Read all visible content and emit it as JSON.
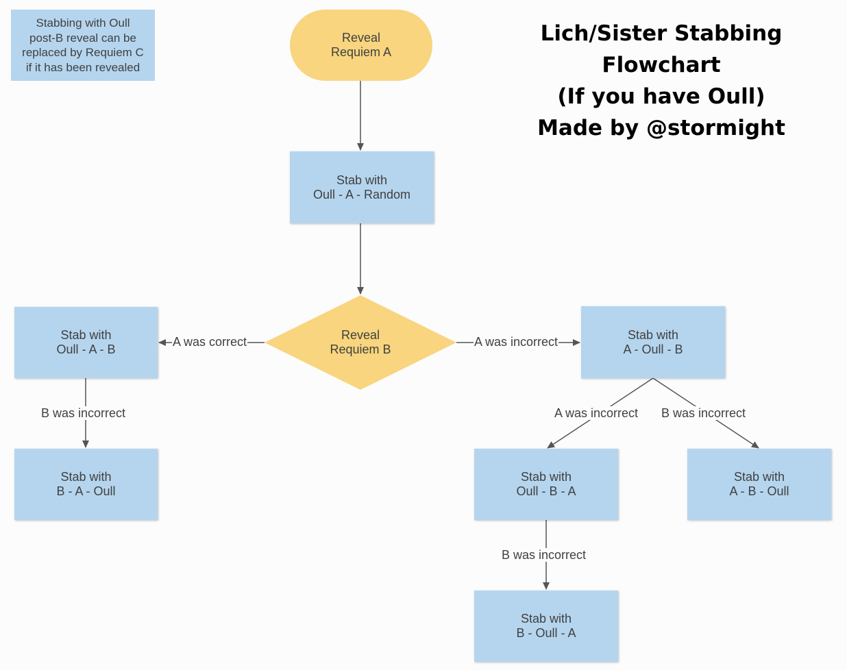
{
  "note": {
    "text": "Stabbing with Oull\npost-B reveal can be\nreplaced by Requiem C\nif it has been revealed"
  },
  "title": {
    "line1": "Lich/Sister Stabbing Flowchart",
    "line2": "(If you have Oull)",
    "line3": "Made by @stormight"
  },
  "nodes": {
    "start": "Reveal\nRequiem A",
    "stab1": "Stab with\nOull - A - Random",
    "decision": "Reveal\nRequiem B",
    "left1": "Stab with\nOull - A - B",
    "left2": "Stab with\nB - A - Oull",
    "right1": "Stab with\nA - Oull - B",
    "right_left": "Stab with\nOull - B - A",
    "right_right": "Stab with\nA - B - Oull",
    "bottom": "Stab with\nB - Oull - A"
  },
  "edges": {
    "a_correct": "A was correct",
    "a_incorrect": "A was incorrect",
    "b_incorrect_left": "B was incorrect",
    "a_incorrect_right": "A was incorrect",
    "b_incorrect_right": "B was incorrect",
    "b_incorrect_bottom": "B was incorrect"
  },
  "colors": {
    "process_box": "#b5d5ee",
    "terminal_decision": "#f8d57e",
    "connector": "#555555"
  }
}
